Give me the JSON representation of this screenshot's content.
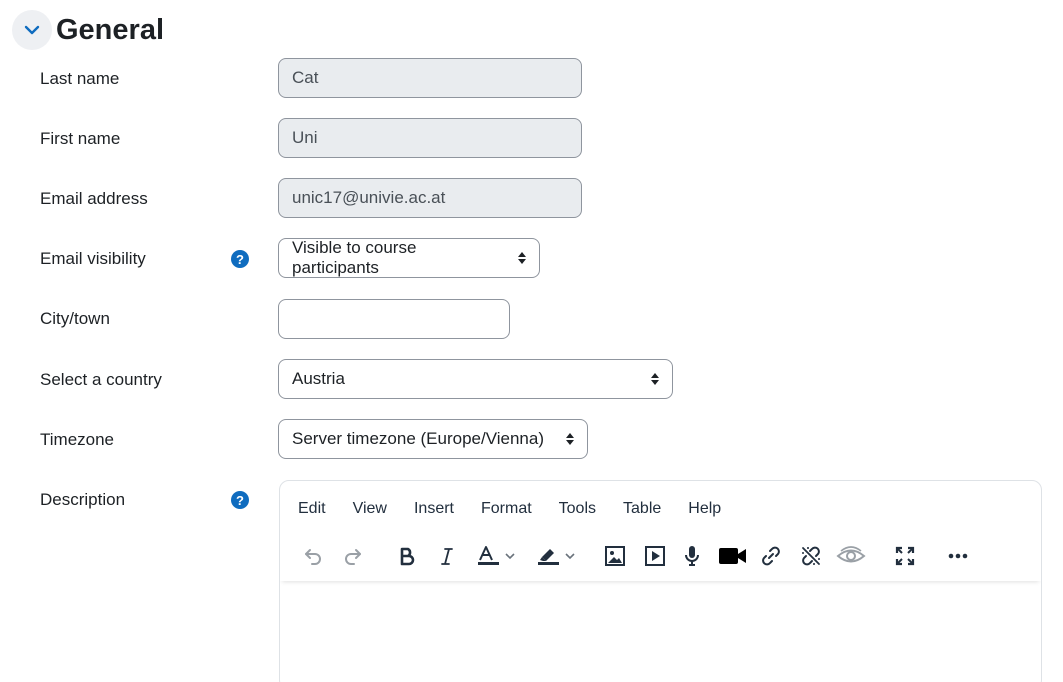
{
  "section": {
    "title": "General"
  },
  "fields": {
    "last_name": {
      "label": "Last name",
      "value": "Cat"
    },
    "first_name": {
      "label": "First name",
      "value": "Uni"
    },
    "email": {
      "label": "Email address",
      "value": "unic17@univie.ac.at"
    },
    "email_visibility": {
      "label": "Email visibility",
      "value": "Visible to course participants"
    },
    "city": {
      "label": "City/town",
      "value": ""
    },
    "country": {
      "label": "Select a country",
      "value": "Austria"
    },
    "timezone": {
      "label": "Timezone",
      "value": "Server timezone (Europe/Vienna)"
    },
    "description": {
      "label": "Description"
    }
  },
  "help_icon_glyph": "?",
  "editor": {
    "menu": [
      "Edit",
      "View",
      "Insert",
      "Format",
      "Tools",
      "Table",
      "Help"
    ],
    "toolbar_icons": [
      "undo-icon",
      "redo-icon",
      "bold-icon",
      "italic-icon",
      "text-color-icon",
      "highlight-color-icon",
      "image-icon",
      "media-icon",
      "record-audio-icon",
      "record-video-icon",
      "link-icon",
      "unlink-icon",
      "accessibility-checker-icon",
      "fullscreen-icon",
      "more-icon"
    ]
  },
  "colors": {
    "accent": "#0f6cbf",
    "readonly_bg": "#e9ecef",
    "border": "#8f959e"
  }
}
